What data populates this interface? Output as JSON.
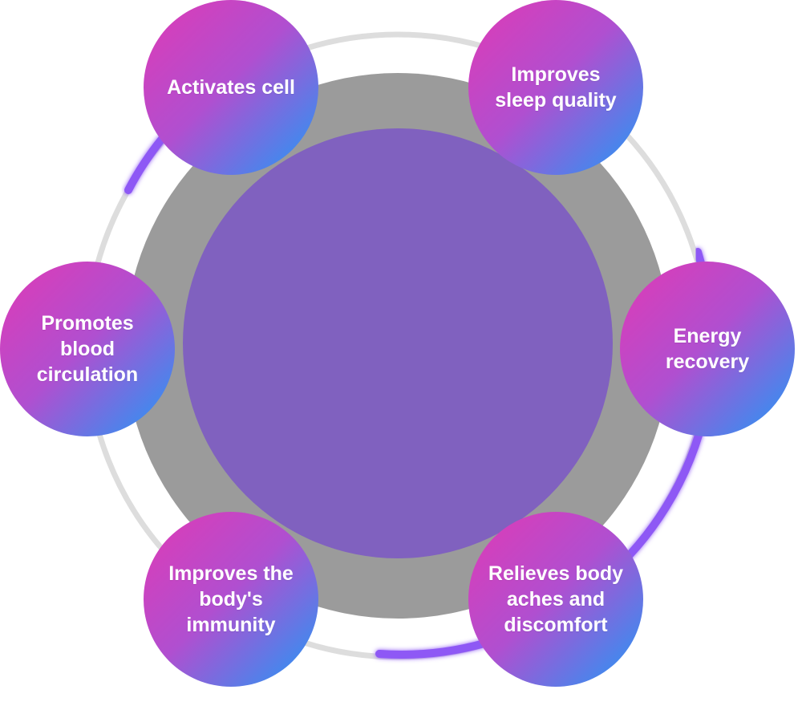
{
  "colors": {
    "center_circle": "#8061bf",
    "outer_ring": "#9b9b9b",
    "track_ring": "#dddddd",
    "accent_arc": "#8e58f5",
    "node_gradient_start": "#e03ab5",
    "node_gradient_end": "#1f9bf7",
    "node_text": "#ffffff"
  },
  "nodes": [
    {
      "label": "Activates cell"
    },
    {
      "label": "Improves\nsleep quality"
    },
    {
      "label": "Promotes\nblood\ncirculation"
    },
    {
      "label": "Energy\nrecovery"
    },
    {
      "label": "Improves the\nbody's\nimmunity"
    },
    {
      "label": "Relieves body\naches and\ndiscomfort"
    }
  ]
}
